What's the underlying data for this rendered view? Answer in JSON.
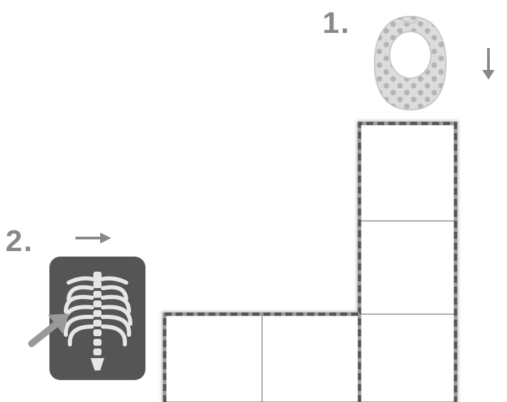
{
  "clues": [
    {
      "number": "1.",
      "direction": "down",
      "arrow": "↓",
      "picture": "bib-icon"
    },
    {
      "number": "2.",
      "direction": "right",
      "arrow": "→",
      "picture": "xray-chest-icon"
    }
  ],
  "colors": {
    "grid_line": "#777777",
    "label": "#888888",
    "xray_bg": "#555555",
    "xray_bones": "#e6e6e6",
    "bib_fill": "#dcdcdc",
    "bib_dots": "#b4b4b4"
  }
}
